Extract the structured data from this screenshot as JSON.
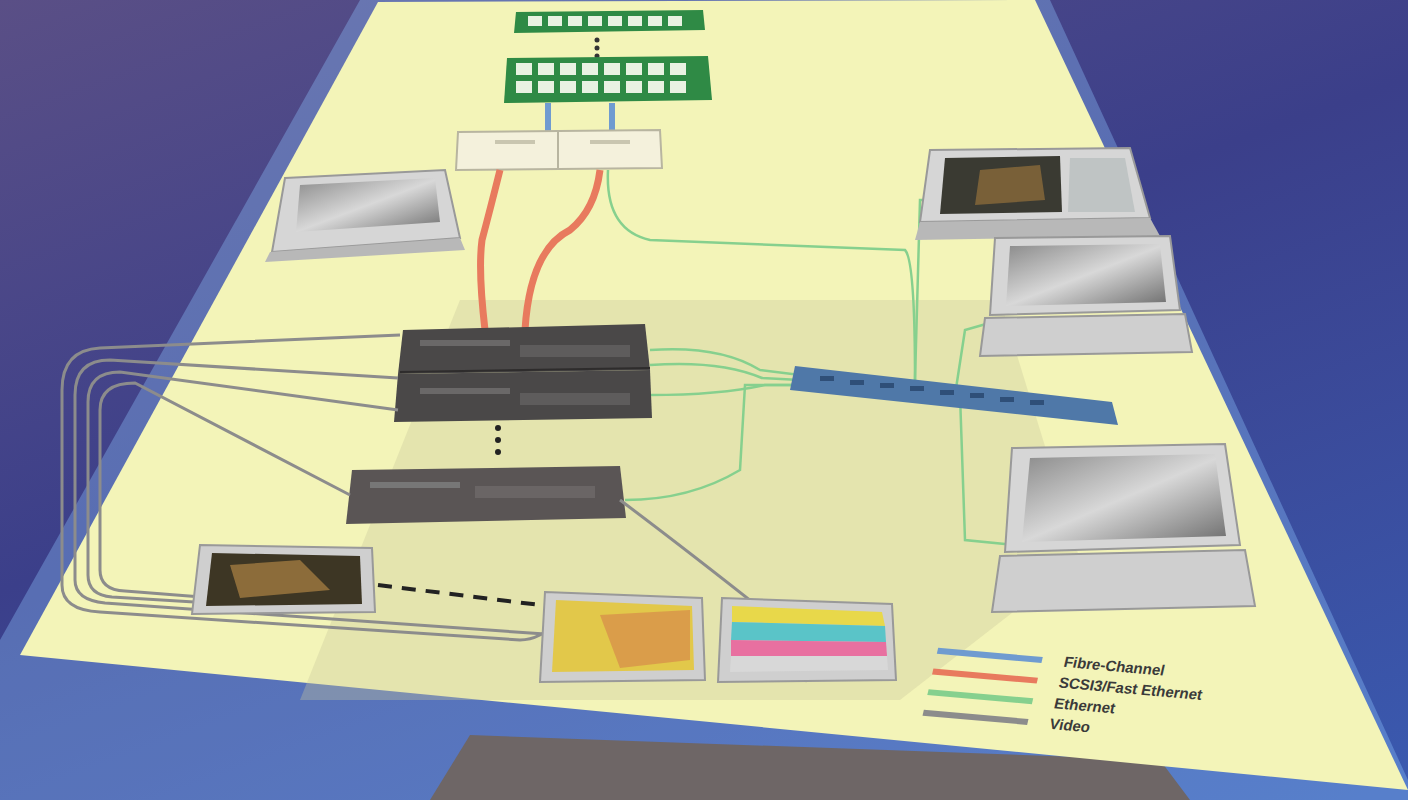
{
  "diagram": {
    "legend": [
      {
        "text": "Fibre-Channel",
        "color": "#6f9bd0"
      },
      {
        "text": "SCSI3/Fast Ethernet",
        "color": "#e87a5e"
      },
      {
        "text": "Ethernet",
        "color": "#86d08e"
      },
      {
        "text": "Video",
        "color": "#8c8c8c"
      }
    ]
  }
}
